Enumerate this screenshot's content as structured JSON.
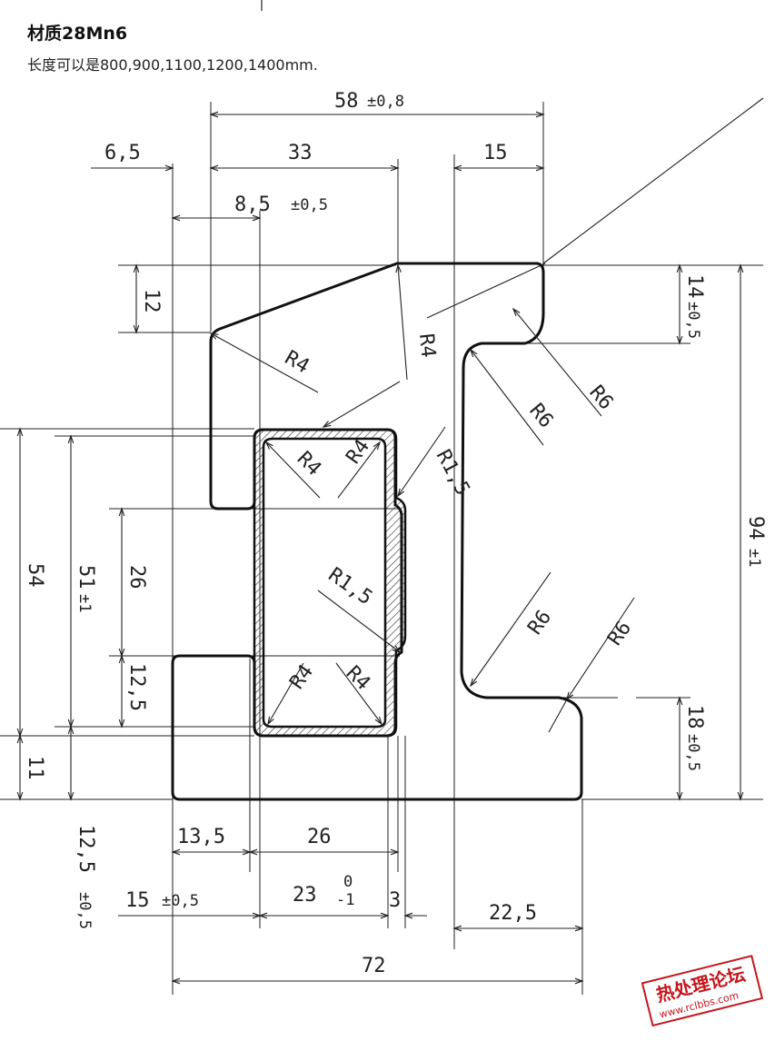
{
  "header": {
    "material": "材质28Mn6",
    "lengths": "长度可以是800,900,1100,1200,1400mm."
  },
  "dims": {
    "overall_width": "58",
    "overall_width_tol": "±0,8",
    "left_gap": "6,5",
    "top_mid": "33",
    "top_right": "15",
    "inner_offset": "8,5",
    "inner_offset_tol": "±0,5",
    "top_step": "12",
    "right_step": "14",
    "right_step_tol": "±0,5",
    "total_height": "94",
    "total_height_tol": "±1",
    "height_54": "54",
    "height_51": "51",
    "height_51_tol": "±1",
    "height_26": "26",
    "height_12_5": "12,5",
    "height_11": "11",
    "bottom_step": "18",
    "bottom_step_tol": "±0,5",
    "bottom_offset": "12,5",
    "bottom_offset_tol": "±0,5",
    "base_13_5": "13,5",
    "base_26": "26",
    "base_15": "15",
    "base_15_tol": "±0,5",
    "base_23": "23",
    "base_23_upper": "0",
    "base_23_lower": "-1",
    "base_3": "3",
    "base_22_5": "22,5",
    "base_total": "72"
  },
  "radii": {
    "r4_a": "R4",
    "r4_b": "R4",
    "r4_c": "R4",
    "r4_d": "R4",
    "r4_e": "R4",
    "r4_f": "R4",
    "r1_5_a": "R1,5",
    "r1_5_b": "R1,5",
    "r6_a": "R6",
    "r6_b": "R6",
    "r6_c": "R6",
    "r6_d": "R6"
  },
  "watermark": {
    "title": "热处理论坛",
    "url": "www.rclbbs.com",
    "color": "#c4161c"
  }
}
